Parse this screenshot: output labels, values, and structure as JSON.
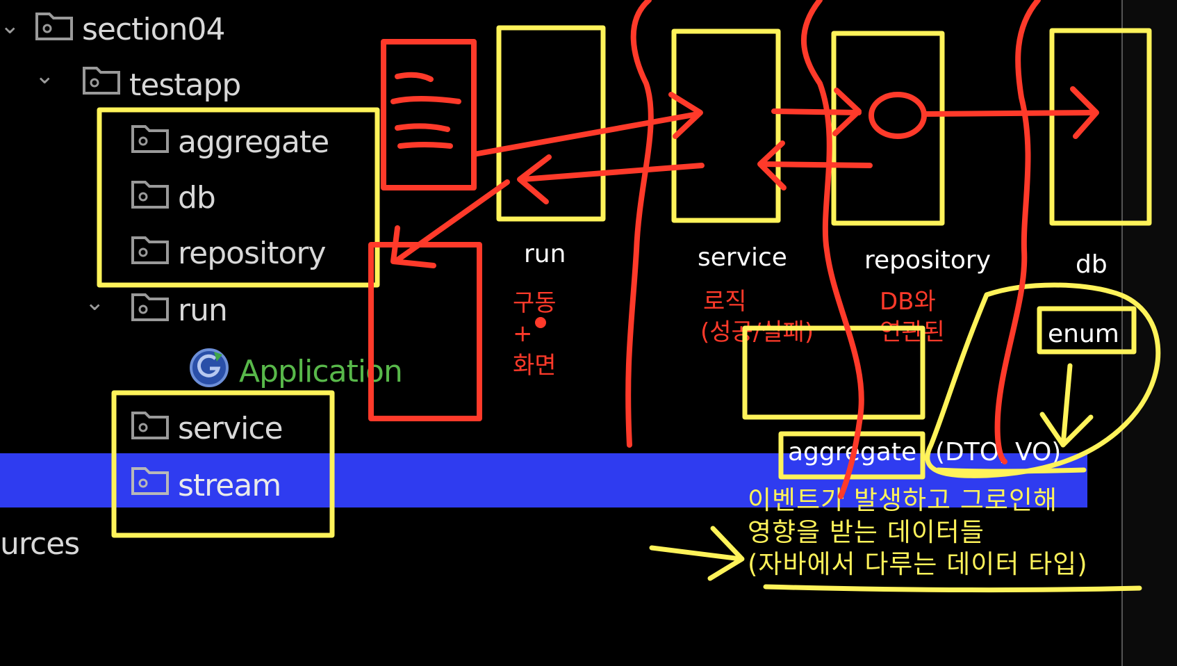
{
  "tree": {
    "root": "section04",
    "testapp": "testapp",
    "aggregate": "aggregate",
    "db": "db",
    "repository": "repository",
    "run": "run",
    "application": "Application",
    "service": "service",
    "stream": "stream",
    "resources_fragment": "urces"
  },
  "diagram": {
    "layers": {
      "run": "run",
      "service": "service",
      "repository": "repository",
      "db": "db"
    },
    "notes_red": {
      "run_line1": "구동",
      "run_line2": "+",
      "run_line3": "화면",
      "service_line1": "로직",
      "service_line2": "(성공/실패)",
      "repository_line1": "DB와",
      "repository_line2": "연관된"
    },
    "enum_label": "enum",
    "aggregate_label": "aggregate",
    "aggregate_suffix": "(DTO, VO)",
    "note_yellow": {
      "line1": "이벤트가 발생하고 그로인해",
      "line2": "영향을 받는 데이터들",
      "line3": "(자바에서 다루는 데이터 타입)"
    }
  },
  "colors": {
    "highlight_yellow": "#fff35a",
    "highlight_red": "#ff3a2a",
    "selection_blue": "#2f3cf0"
  }
}
